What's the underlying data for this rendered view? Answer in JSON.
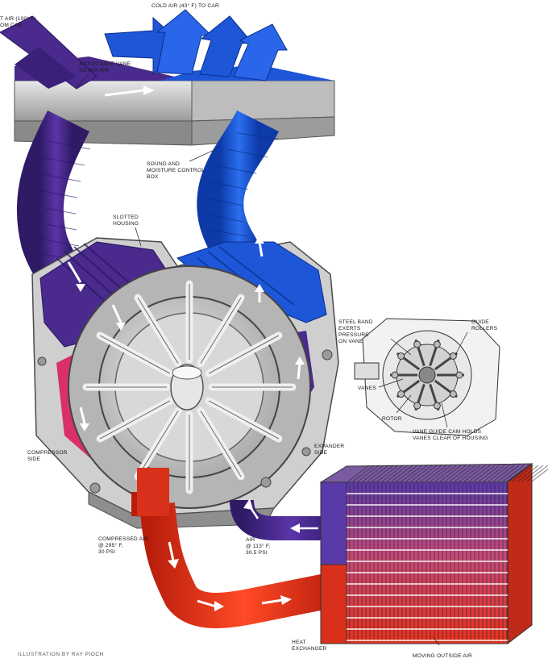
{
  "labels": {
    "cold_air": "COLD AIR (43° F) TO CAR",
    "hot_air": [
      "T AIR (100° F)",
      "OM CAR"
    ],
    "adjustable_vane": [
      "ADJUSTABLE VANE",
      "TO MIX AIR"
    ],
    "sound_box": [
      "SOUND AND",
      "MOISTURE CONTROL",
      "BOX"
    ],
    "slotted_housing": [
      "SLOTTED",
      "HOUSING"
    ],
    "steel_band": [
      "STEEL BAND",
      "EXERTS",
      "PRESSURE",
      "ON VANE"
    ],
    "guide_rollers": [
      "GUIDE",
      "ROLLERS"
    ],
    "vanes": "VANES",
    "rotor": "ROTOR",
    "vane_guide_cam": [
      "VANE GUIDE CAM HOLDS",
      "VANES CLEAR OF HOUSING"
    ],
    "compressor_side": [
      "COMPRESSOR",
      "SIDE"
    ],
    "expander_side": [
      "EXPANDER",
      "SIDE"
    ],
    "compressed_air": [
      "COMPRESSED AIR",
      "@ 295° F,",
      "30 PSI"
    ],
    "air_cooled": [
      "AIR",
      "@ 113° F,",
      "30.5 PSI"
    ],
    "heat_exchanger": [
      "HEAT",
      "EXCHANGER"
    ],
    "moving_outside_air": "MOVING OUTSIDE AIR",
    "credit": "ILLUSTRATION BY RAY PIOCH"
  },
  "colors": {
    "hot_purple": "#4a2a8c",
    "cold_blue": "#1a55d6",
    "compressed_red": "#e0321a",
    "housing_gray": "#c9c9c9"
  }
}
